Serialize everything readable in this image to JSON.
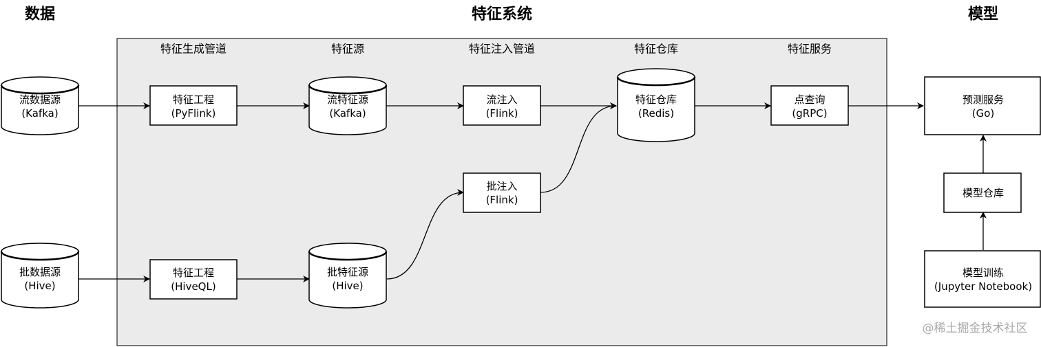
{
  "sections": {
    "data": "数据",
    "feature_system": "特征系统",
    "model": "模型"
  },
  "groups": {
    "generation": "特征生成管道",
    "source": "特征源",
    "injection": "特征注入管道",
    "store": "特征仓库",
    "service": "特征服务"
  },
  "nodes": {
    "stream_source": {
      "line1": "流数据源",
      "line2": "(Kafka)"
    },
    "batch_source": {
      "line1": "批数据源",
      "line2": "(Hive)"
    },
    "fe_pyflink": {
      "line1": "特征工程",
      "line2": "(PyFlink)"
    },
    "fe_hiveql": {
      "line1": "特征工程",
      "line2": "(HiveQL)"
    },
    "stream_feature_source": {
      "line1": "流特征源",
      "line2": "(Kafka)"
    },
    "batch_feature_source": {
      "line1": "批特征源",
      "line2": "(Hive)"
    },
    "stream_inject": {
      "line1": "流注入",
      "line2": "(Flink)"
    },
    "batch_inject": {
      "line1": "批注入",
      "line2": "(Flink)"
    },
    "feature_store": {
      "line1": "特征仓库",
      "line2": "(Redis)"
    },
    "point_query": {
      "line1": "点查询",
      "line2": "(gRPC)"
    },
    "prediction_service": {
      "line1": "预测服务",
      "line2": "(Go)"
    },
    "model_repo": {
      "line1": "模型仓库"
    },
    "model_training": {
      "line1": "模型训练",
      "line2": "(Jupyter Notebook)"
    }
  },
  "watermark": "@稀土掘金技术社区"
}
